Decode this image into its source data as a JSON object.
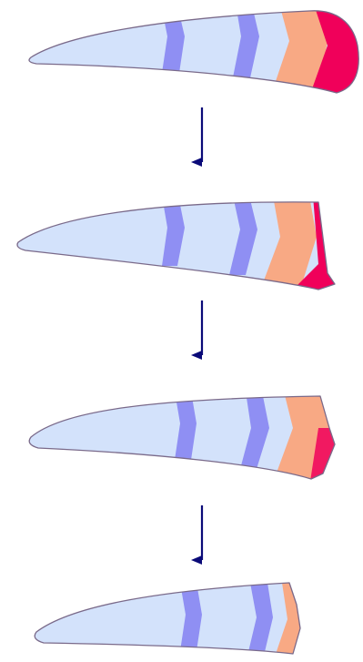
{
  "diagram": {
    "colors": {
      "background": "#ffffff",
      "base": "#d3e2fb",
      "band": "#8f8ff3",
      "peach": "#f8a984",
      "tip": "#f0005a",
      "outline": "#7a6a8a",
      "arrow": "#0a0a78"
    },
    "stages": [
      {
        "name": "stage-1",
        "tip_level": 1.0
      },
      {
        "name": "stage-2",
        "tip_level": 0.55
      },
      {
        "name": "stage-3",
        "tip_level": 0.15
      },
      {
        "name": "stage-4",
        "tip_level": 0.0
      }
    ],
    "arrows": [
      {
        "name": "arrow-1-to-2",
        "direction": "down"
      },
      {
        "name": "arrow-2-to-3",
        "direction": "down"
      },
      {
        "name": "arrow-3-to-4",
        "direction": "down"
      }
    ]
  }
}
